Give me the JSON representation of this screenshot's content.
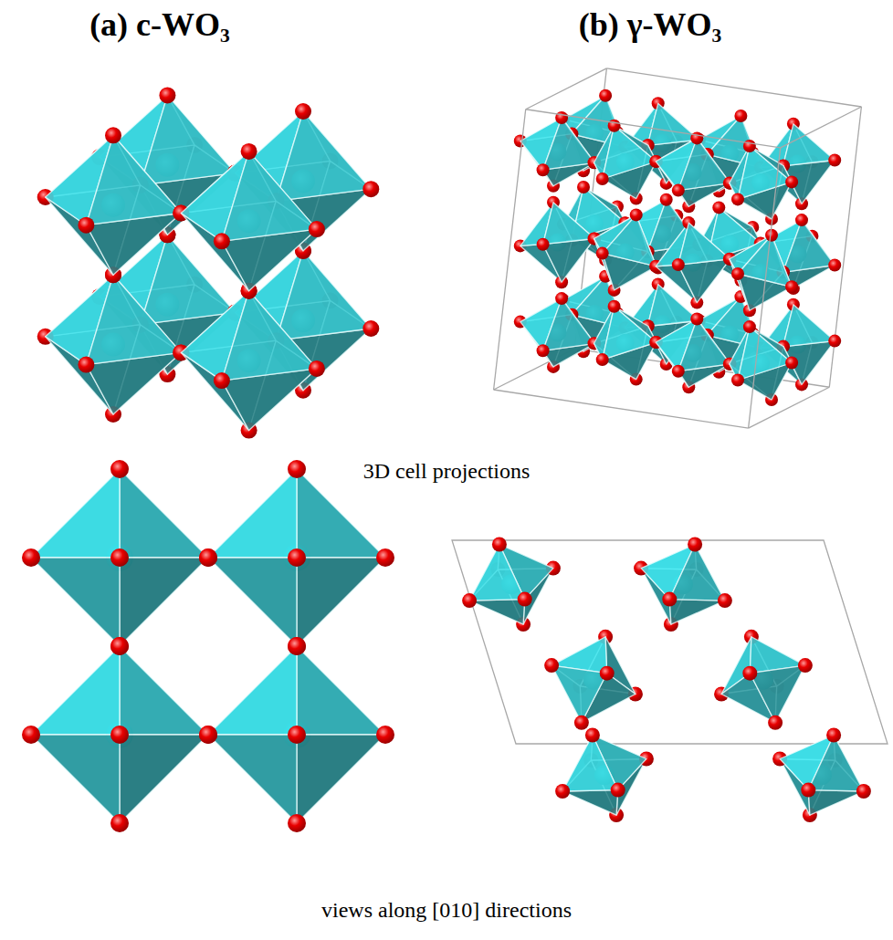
{
  "diagram": {
    "labels": [
      "(a) c-WO₃",
      "(b) γ-WO₃",
      "3D cell projections",
      "views along [010] directions"
    ]
  }
}
